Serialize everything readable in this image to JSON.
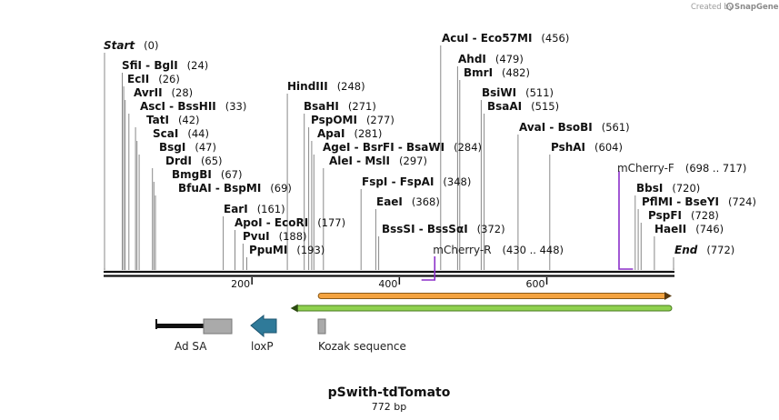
{
  "credit": {
    "prefix": "Created by",
    "brand": "SnapGene"
  },
  "sequence": {
    "name": "pSwith-tdTomato",
    "length_label": "772 bp",
    "length_bp": 772
  },
  "colors": {
    "primer": "#8b2fc9",
    "backbone": "#111111",
    "orange_feature": "#f4a340",
    "green_feature": "#8fd14f",
    "loxp": "#2f7a99",
    "gray_feature": "#aaaaaa"
  },
  "start_marker": {
    "label": "Start",
    "position": "(0)",
    "bp": 0
  },
  "end_marker": {
    "label": "End",
    "position": "(772)",
    "bp": 772
  },
  "sites": [
    {
      "label": "SfiI - BglI",
      "position": "(24)",
      "bp": 24
    },
    {
      "label": "EcII",
      "position": "(26)",
      "bp": 26
    },
    {
      "label": "AvrII",
      "position": "(28)",
      "bp": 28
    },
    {
      "label": "AscI - BssHII",
      "position": "(33)",
      "bp": 33
    },
    {
      "label": "TatI",
      "position": "(42)",
      "bp": 42
    },
    {
      "label": "ScaI",
      "position": "(44)",
      "bp": 44
    },
    {
      "label": "BsgI",
      "position": "(47)",
      "bp": 47
    },
    {
      "label": "DrdI",
      "position": "(65)",
      "bp": 65
    },
    {
      "label": "BmgBI",
      "position": "(67)",
      "bp": 67
    },
    {
      "label": "BfuAI - BspMI",
      "position": "(69)",
      "bp": 69
    },
    {
      "label": "EarI",
      "position": "(161)",
      "bp": 161
    },
    {
      "label": "ApoI - EcoRI",
      "position": "(177)",
      "bp": 177
    },
    {
      "label": "PvuI",
      "position": "(188)",
      "bp": 188
    },
    {
      "label": "PpuMI",
      "position": "(193)",
      "bp": 193
    },
    {
      "label": "HindIII",
      "position": "(248)",
      "bp": 248
    },
    {
      "label": "BsaHI",
      "position": "(271)",
      "bp": 271
    },
    {
      "label": "PspOMI",
      "position": "(277)",
      "bp": 277
    },
    {
      "label": "ApaI",
      "position": "(281)",
      "bp": 281
    },
    {
      "label": "AgeI - BsrFI - BsaWI",
      "position": "(284)",
      "bp": 284
    },
    {
      "label": "AleI - MslI",
      "position": "(297)",
      "bp": 297
    },
    {
      "label": "FspI - FspAI",
      "position": "(348)",
      "bp": 348
    },
    {
      "label": "EaeI",
      "position": "(368)",
      "bp": 368
    },
    {
      "label": "BssSI - BssSαI",
      "position": "(372)",
      "bp": 372
    },
    {
      "label": "AcuI - Eco57MI",
      "position": "(456)",
      "bp": 456
    },
    {
      "label": "AhdI",
      "position": "(479)",
      "bp": 479
    },
    {
      "label": "BmrI",
      "position": "(482)",
      "bp": 482
    },
    {
      "label": "BsiWI",
      "position": "(511)",
      "bp": 511
    },
    {
      "label": "BsaAI",
      "position": "(515)",
      "bp": 515
    },
    {
      "label": "AvaI - BsoBI",
      "position": "(561)",
      "bp": 561
    },
    {
      "label": "PshAI",
      "position": "(604)",
      "bp": 604
    },
    {
      "label": "BbsI",
      "position": "(720)",
      "bp": 720
    },
    {
      "label": "PflMI - BseYI",
      "position": "(724)",
      "bp": 724
    },
    {
      "label": "PspFI",
      "position": "(728)",
      "bp": 728
    },
    {
      "label": "HaeII",
      "position": "(746)",
      "bp": 746
    }
  ],
  "primers": [
    {
      "label": "mCherry-F",
      "range": "(698 .. 717)",
      "start": 698,
      "end": 717,
      "strand": "forward"
    },
    {
      "label": "mCherry-R",
      "range": "(430 .. 448)",
      "start": 430,
      "end": 448,
      "strand": "reverse"
    }
  ],
  "ruler": {
    "ticks": [
      {
        "bp": 200,
        "label": "200"
      },
      {
        "bp": 400,
        "label": "400"
      },
      {
        "bp": 600,
        "label": "600"
      }
    ]
  },
  "features": [
    {
      "name": "orange-feature",
      "start": 290,
      "end": 772,
      "direction": "forward",
      "type": "arrow"
    },
    {
      "name": "green-feature",
      "start": 250,
      "end": 772,
      "direction": "reverse",
      "type": "arrow"
    }
  ],
  "legend": [
    {
      "label": "Ad SA",
      "kind": "splice-acceptor"
    },
    {
      "label": "loxP",
      "kind": "loxp-arrow"
    },
    {
      "label": "Kozak sequence",
      "kind": "kozak-box"
    }
  ]
}
